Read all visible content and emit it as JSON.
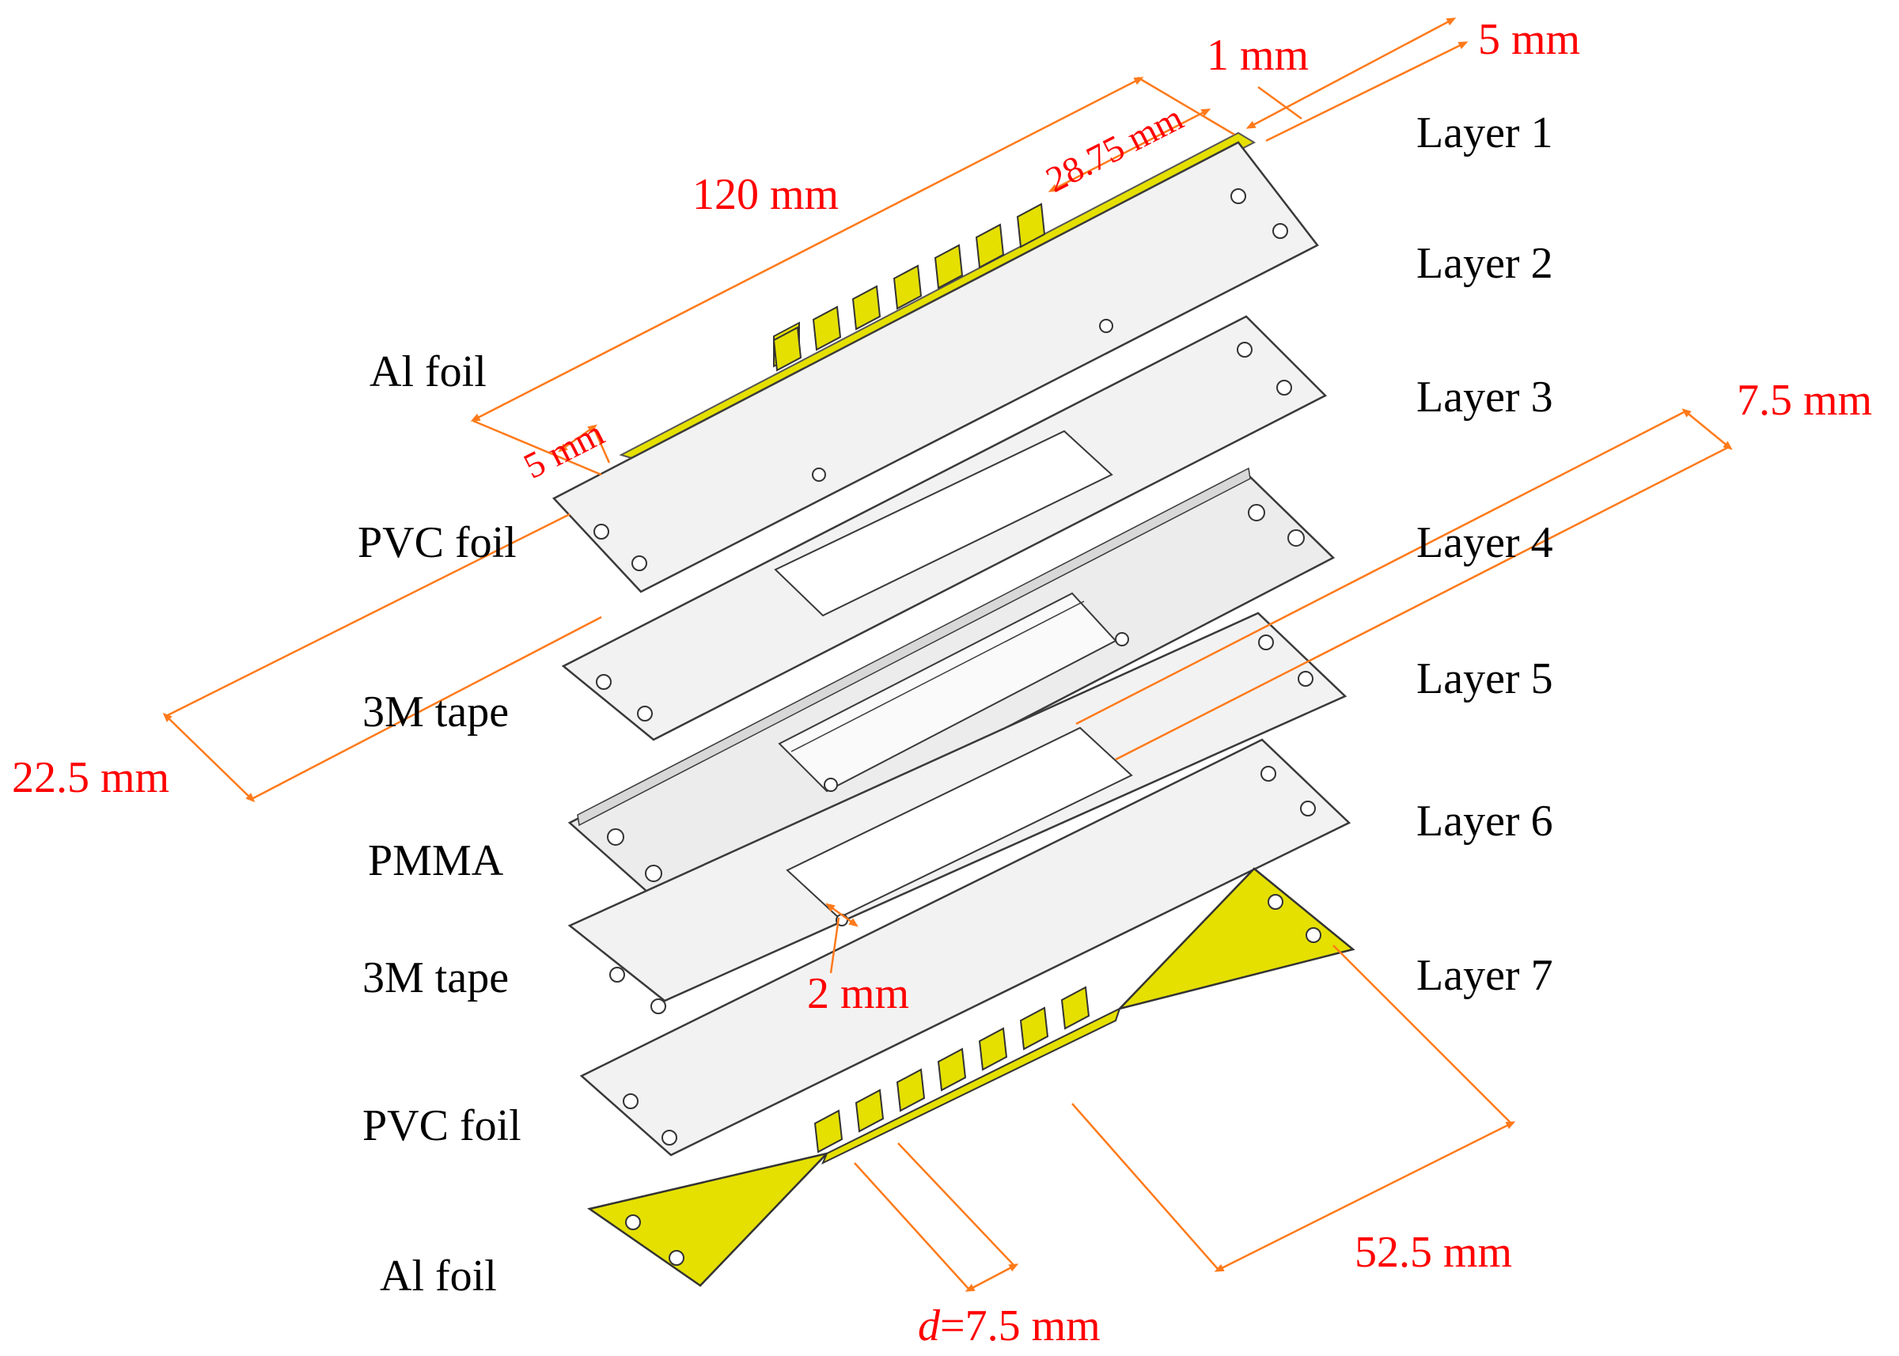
{
  "material_labels": {
    "al_foil_top": "Al foil",
    "pvc_foil_top": "PVC foil",
    "tape_top": "3M tape",
    "pmma": "PMMA",
    "tape_bottom": "3M tape",
    "pvc_foil_bottom": "PVC foil",
    "al_foil_bottom": "Al foil"
  },
  "layer_labels": {
    "layer1": "Layer 1",
    "layer2": "Layer 2",
    "layer3": "Layer 3",
    "layer4": "Layer 4",
    "layer5": "Layer 5",
    "layer6": "Layer 6",
    "layer7": "Layer 7"
  },
  "dimensions": {
    "one_mm": "1 mm",
    "five_mm_top": "5 mm",
    "length_120": "120 mm",
    "length_28_75": "28.75 mm",
    "five_mm_left": "5 mm",
    "width_22_5": "22.5 mm",
    "seven_5_right": "7.5 mm",
    "two_mm": "2 mm",
    "length_52_5": "52.5 mm",
    "d_symbol": "d",
    "d_value": "=7.5 mm"
  },
  "colors": {
    "foil": "#e5e000",
    "dimension": "#ff7a1a",
    "dimension_text": "#ff0000",
    "outline": "#3a3a3a",
    "sheet": "#f2f2f2"
  }
}
